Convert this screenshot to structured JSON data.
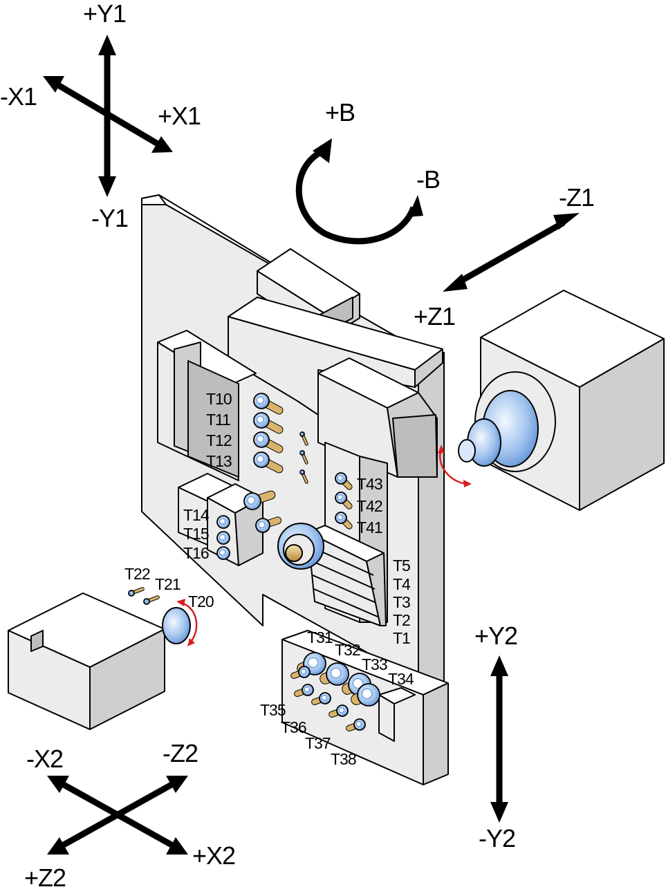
{
  "axes": {
    "plus_y1": "+Y1",
    "minus_y1": "-Y1",
    "minus_x1": "-X1",
    "plus_x1": "+X1",
    "plus_b": "+B",
    "minus_b": "-B",
    "minus_z1": "-Z1",
    "plus_z1": "+Z1",
    "plus_y2": "+Y2",
    "minus_y2": "-Y2",
    "minus_x2": "-X2",
    "minus_z2": "-Z2",
    "plus_z2": "+Z2",
    "plus_x2": "+X2"
  },
  "tools": {
    "t1": "T1",
    "t2": "T2",
    "t3": "T3",
    "t4": "T4",
    "t5": "T5",
    "t10": "T10",
    "t11": "T11",
    "t12": "T12",
    "t13": "T13",
    "t14": "T14",
    "t15": "T15",
    "t16": "T16",
    "t20": "T20",
    "t21": "T21",
    "t22": "T22",
    "t31": "T31",
    "t32": "T32",
    "t33": "T33",
    "t34": "T34",
    "t35": "T35",
    "t36": "T36",
    "t37": "T37",
    "t38": "T38",
    "t41": "T41",
    "t42": "T42",
    "t43": "T43"
  },
  "colors": {
    "spindle_blue": "#6f9fdc",
    "spindle_light": "#dbe8fa",
    "tool_gold": "#d9b36b",
    "rotation_red": "#d62020",
    "arrow_black": "#000000"
  }
}
